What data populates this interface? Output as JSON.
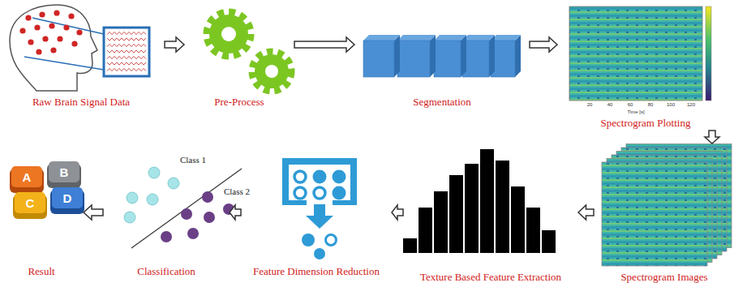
{
  "diagram": {
    "nodes": [
      {
        "text": [
          "Raw Brain Signal Data"
        ]
      },
      {
        "text": [
          "Pre-Process"
        ]
      },
      {
        "text": [
          "Segmentation"
        ]
      },
      {
        "text": [
          "Spectrogram Plotting"
        ]
      },
      {
        "text": [
          "Spectrogram Images"
        ]
      },
      {
        "text": [
          "Texture Based Feature Extraction"
        ]
      },
      {
        "text": [
          "Feature Dimension Reduction"
        ]
      },
      {
        "text": [
          "Classification"
        ]
      },
      {
        "text": [
          "Result"
        ]
      }
    ],
    "edges": [
      {
        "from": 0,
        "to": 1,
        "arrow": "to"
      },
      {
        "from": 1,
        "to": 2,
        "arrow": "to"
      },
      {
        "from": 2,
        "to": 3,
        "arrow": "to"
      },
      {
        "from": 3,
        "to": 4,
        "arrow": "to"
      },
      {
        "from": 4,
        "to": 5,
        "arrow": "to"
      },
      {
        "from": 5,
        "to": 6,
        "arrow": "to"
      },
      {
        "from": 6,
        "to": 7,
        "arrow": "to"
      },
      {
        "from": 7,
        "to": 8,
        "arrow": "to"
      }
    ],
    "labels": [
      "Class 1",
      "Class 2",
      "A",
      "B",
      "C",
      "D",
      "Time [s]",
      "20",
      "40",
      "60",
      "80",
      "100",
      "120"
    ]
  }
}
